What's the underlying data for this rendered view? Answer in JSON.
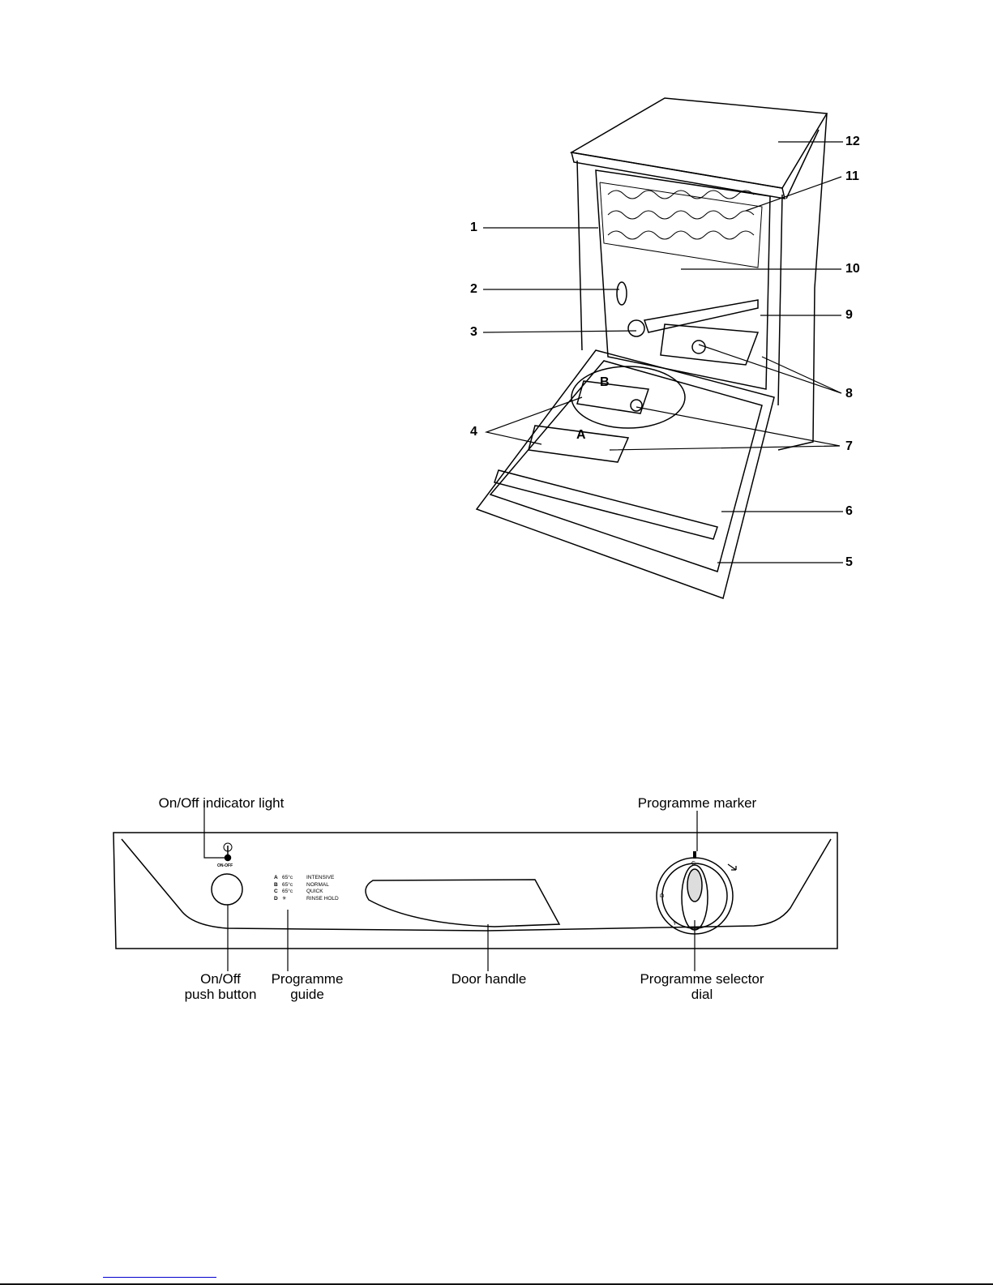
{
  "dishwasher_callouts": [
    "1",
    "2",
    "3",
    "4",
    "5",
    "6",
    "7",
    "8",
    "9",
    "10",
    "11",
    "12"
  ],
  "dispenser_letters": {
    "a": "A",
    "b": "B"
  },
  "panel": {
    "indicator_label": "On/Off indicator light",
    "marker_label": "Programme marker",
    "button_label_1": "On/Off",
    "button_label_2": "push button",
    "guide_label_1": "Programme",
    "guide_label_2": "guide",
    "handle_label": "Door handle",
    "dial_label_1": "Programme selector",
    "dial_label_2": "dial",
    "on_off_text": "ON-OFF",
    "programmes": [
      {
        "letter": "A",
        "temp": "65°c",
        "name": "INTENSIVE"
      },
      {
        "letter": "B",
        "temp": "65°c",
        "name": "NORMAL"
      },
      {
        "letter": "C",
        "temp": "65°c",
        "name": "QUICK"
      },
      {
        "letter": "D",
        "temp": "✳",
        "name": "RINSE HOLD"
      }
    ],
    "dial_marks": [
      "C",
      "D",
      "A"
    ]
  }
}
